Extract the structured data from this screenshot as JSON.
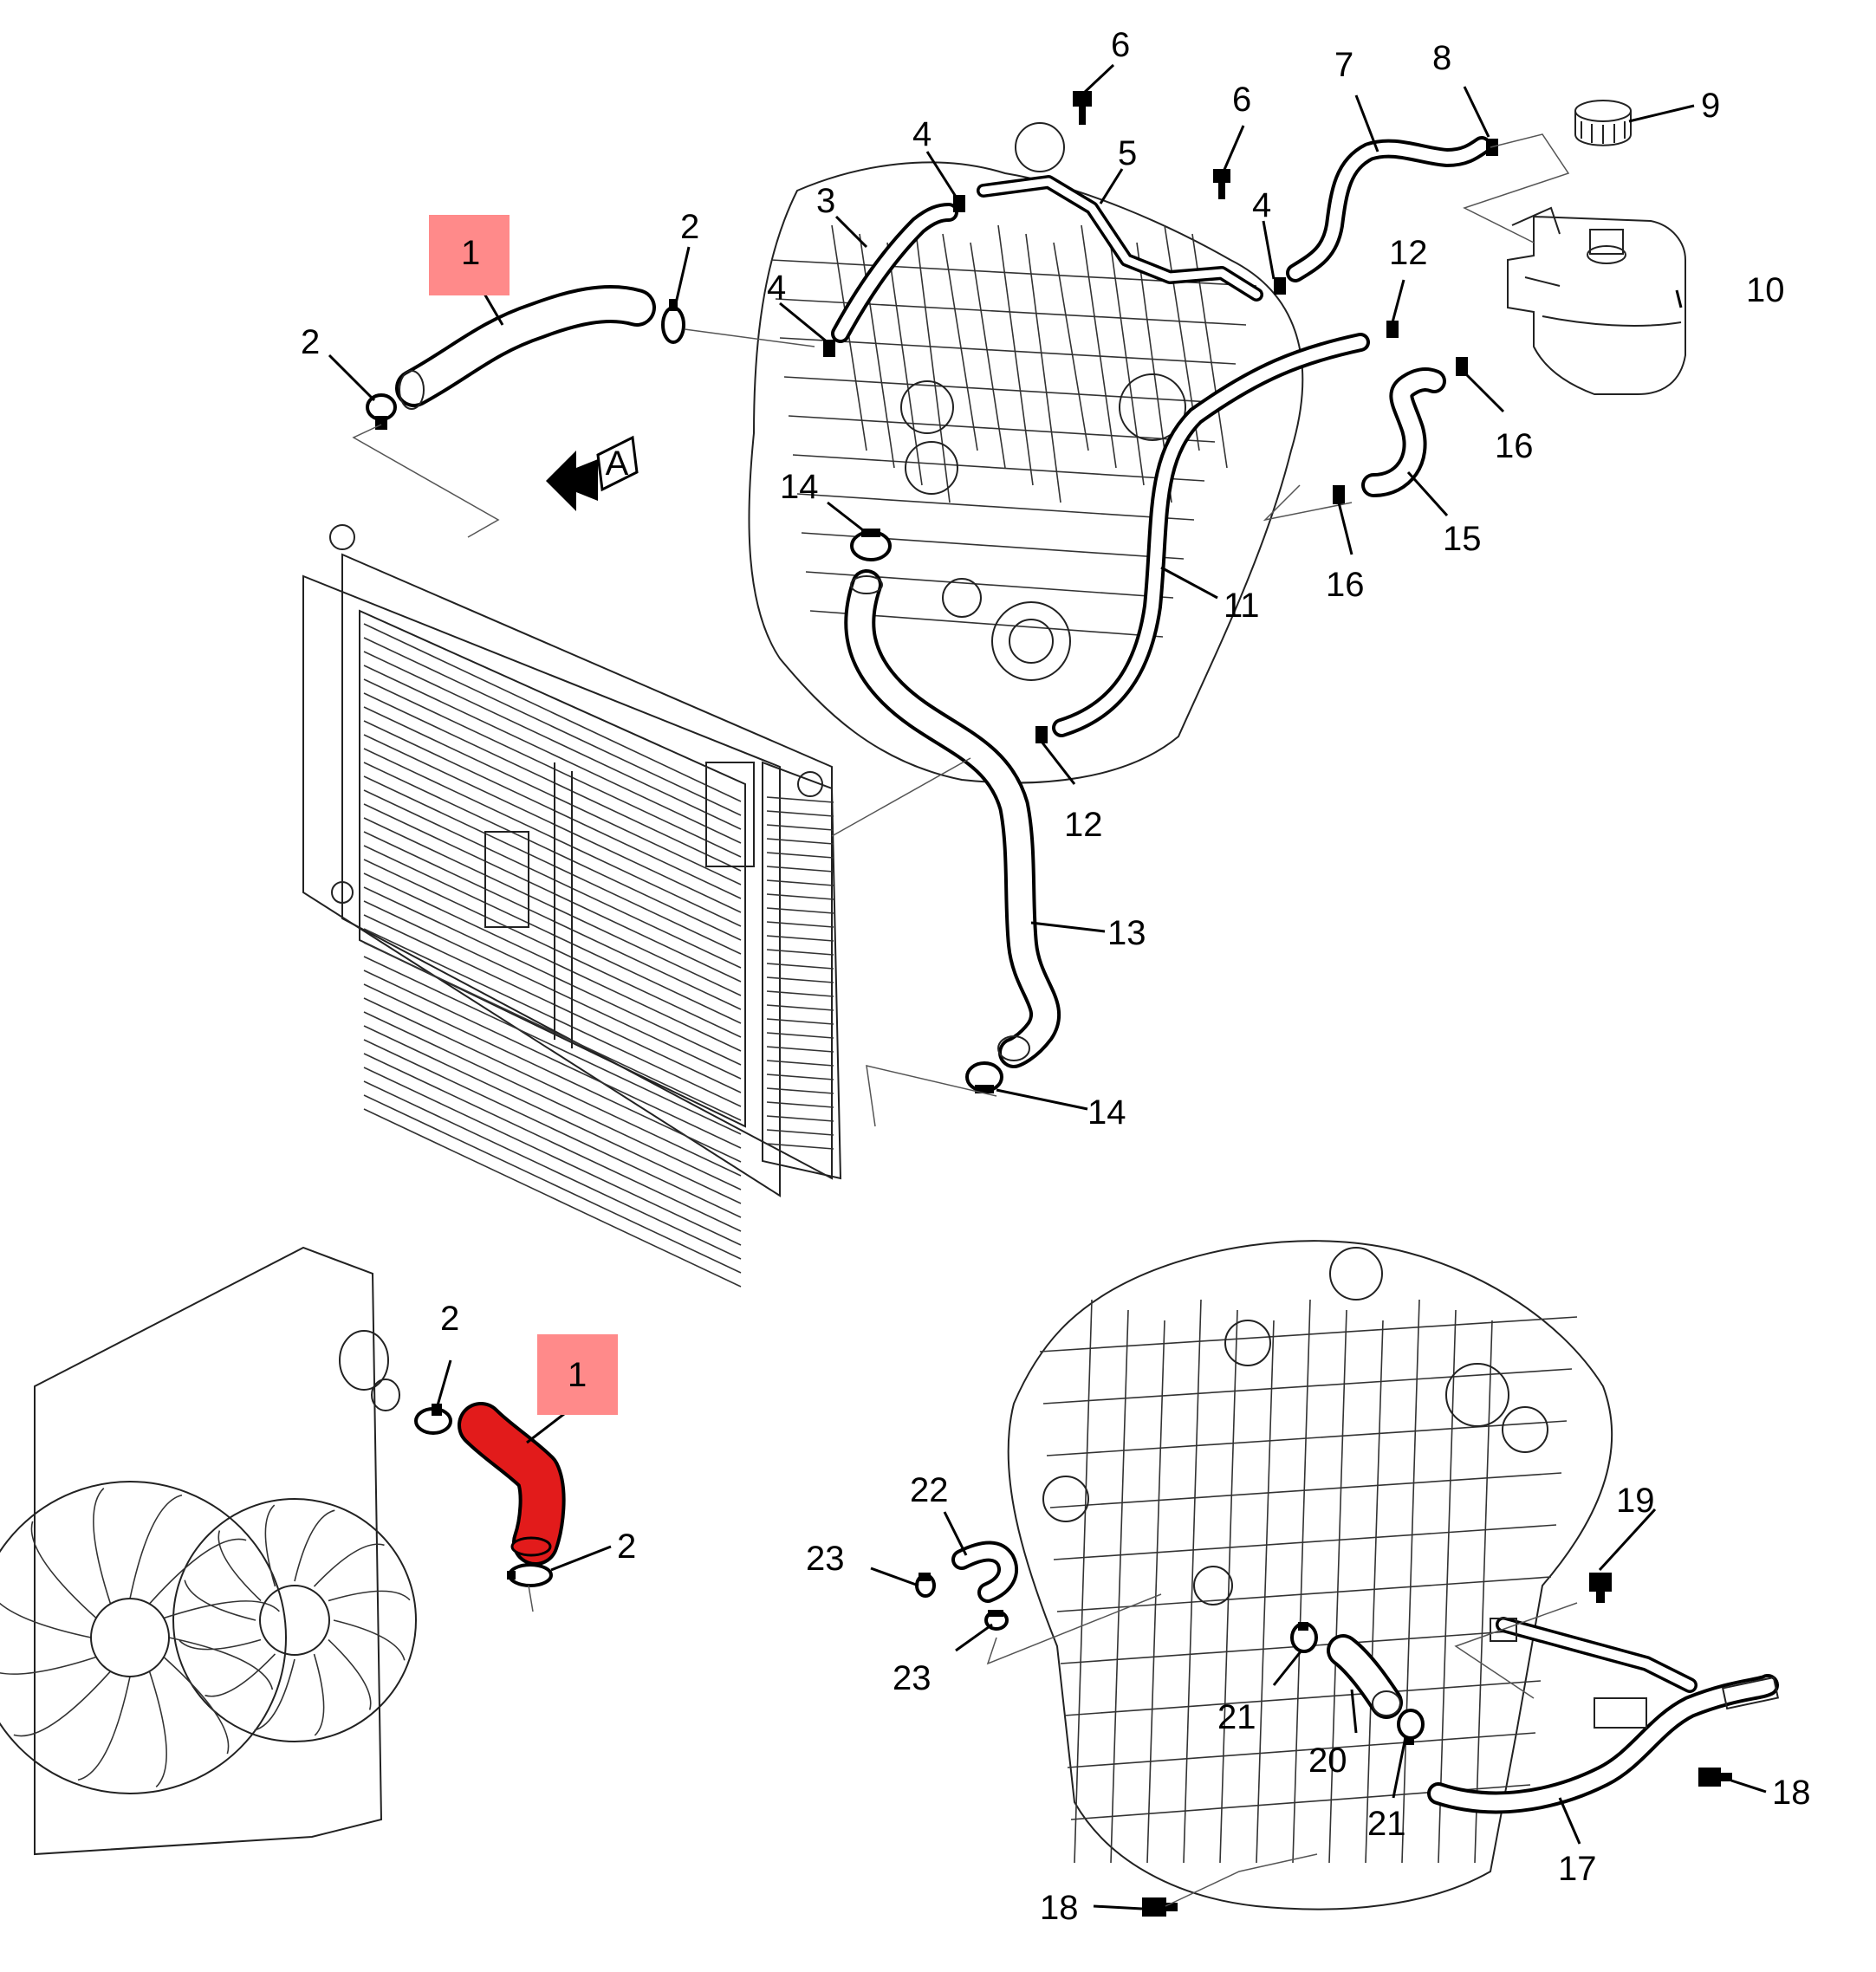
{
  "colors": {
    "highlight_box": "#ff8a8a",
    "highlight_part": "#e21b1b",
    "line": "#000000",
    "background": "#ffffff"
  },
  "view_marker": {
    "letter": "A",
    "icon": "arrow-left-icon"
  },
  "callouts": [
    {
      "key": "c1_top",
      "label": "1",
      "highlighted": true
    },
    {
      "key": "c2_top_right",
      "label": "2"
    },
    {
      "key": "c2_top_left",
      "label": "2"
    },
    {
      "key": "c3",
      "label": "3"
    },
    {
      "key": "c4_upper",
      "label": "4"
    },
    {
      "key": "c4_left",
      "label": "4"
    },
    {
      "key": "c4_right",
      "label": "4"
    },
    {
      "key": "c5",
      "label": "5"
    },
    {
      "key": "c6_a",
      "label": "6"
    },
    {
      "key": "c6_b",
      "label": "6"
    },
    {
      "key": "c7",
      "label": "7"
    },
    {
      "key": "c8",
      "label": "8"
    },
    {
      "key": "c9",
      "label": "9"
    },
    {
      "key": "c10",
      "label": "10"
    },
    {
      "key": "c11",
      "label": "11"
    },
    {
      "key": "c12_upper",
      "label": "12"
    },
    {
      "key": "c12_lower",
      "label": "12"
    },
    {
      "key": "c13",
      "label": "13"
    },
    {
      "key": "c14_upper",
      "label": "14"
    },
    {
      "key": "c14_lower",
      "label": "14"
    },
    {
      "key": "c15",
      "label": "15"
    },
    {
      "key": "c16_upper",
      "label": "16"
    },
    {
      "key": "c16_lower",
      "label": "16"
    },
    {
      "key": "c1_bottom",
      "label": "1",
      "highlighted": true
    },
    {
      "key": "c2_bottom_upper",
      "label": "2"
    },
    {
      "key": "c2_bottom_lower",
      "label": "2"
    },
    {
      "key": "c17",
      "label": "17"
    },
    {
      "key": "c18_right",
      "label": "18"
    },
    {
      "key": "c18_bottom",
      "label": "18"
    },
    {
      "key": "c19",
      "label": "19"
    },
    {
      "key": "c20",
      "label": "20"
    },
    {
      "key": "c21_left",
      "label": "21"
    },
    {
      "key": "c21_right",
      "label": "21"
    },
    {
      "key": "c22",
      "label": "22"
    },
    {
      "key": "c23_upper",
      "label": "23"
    },
    {
      "key": "c23_lower",
      "label": "23"
    }
  ]
}
